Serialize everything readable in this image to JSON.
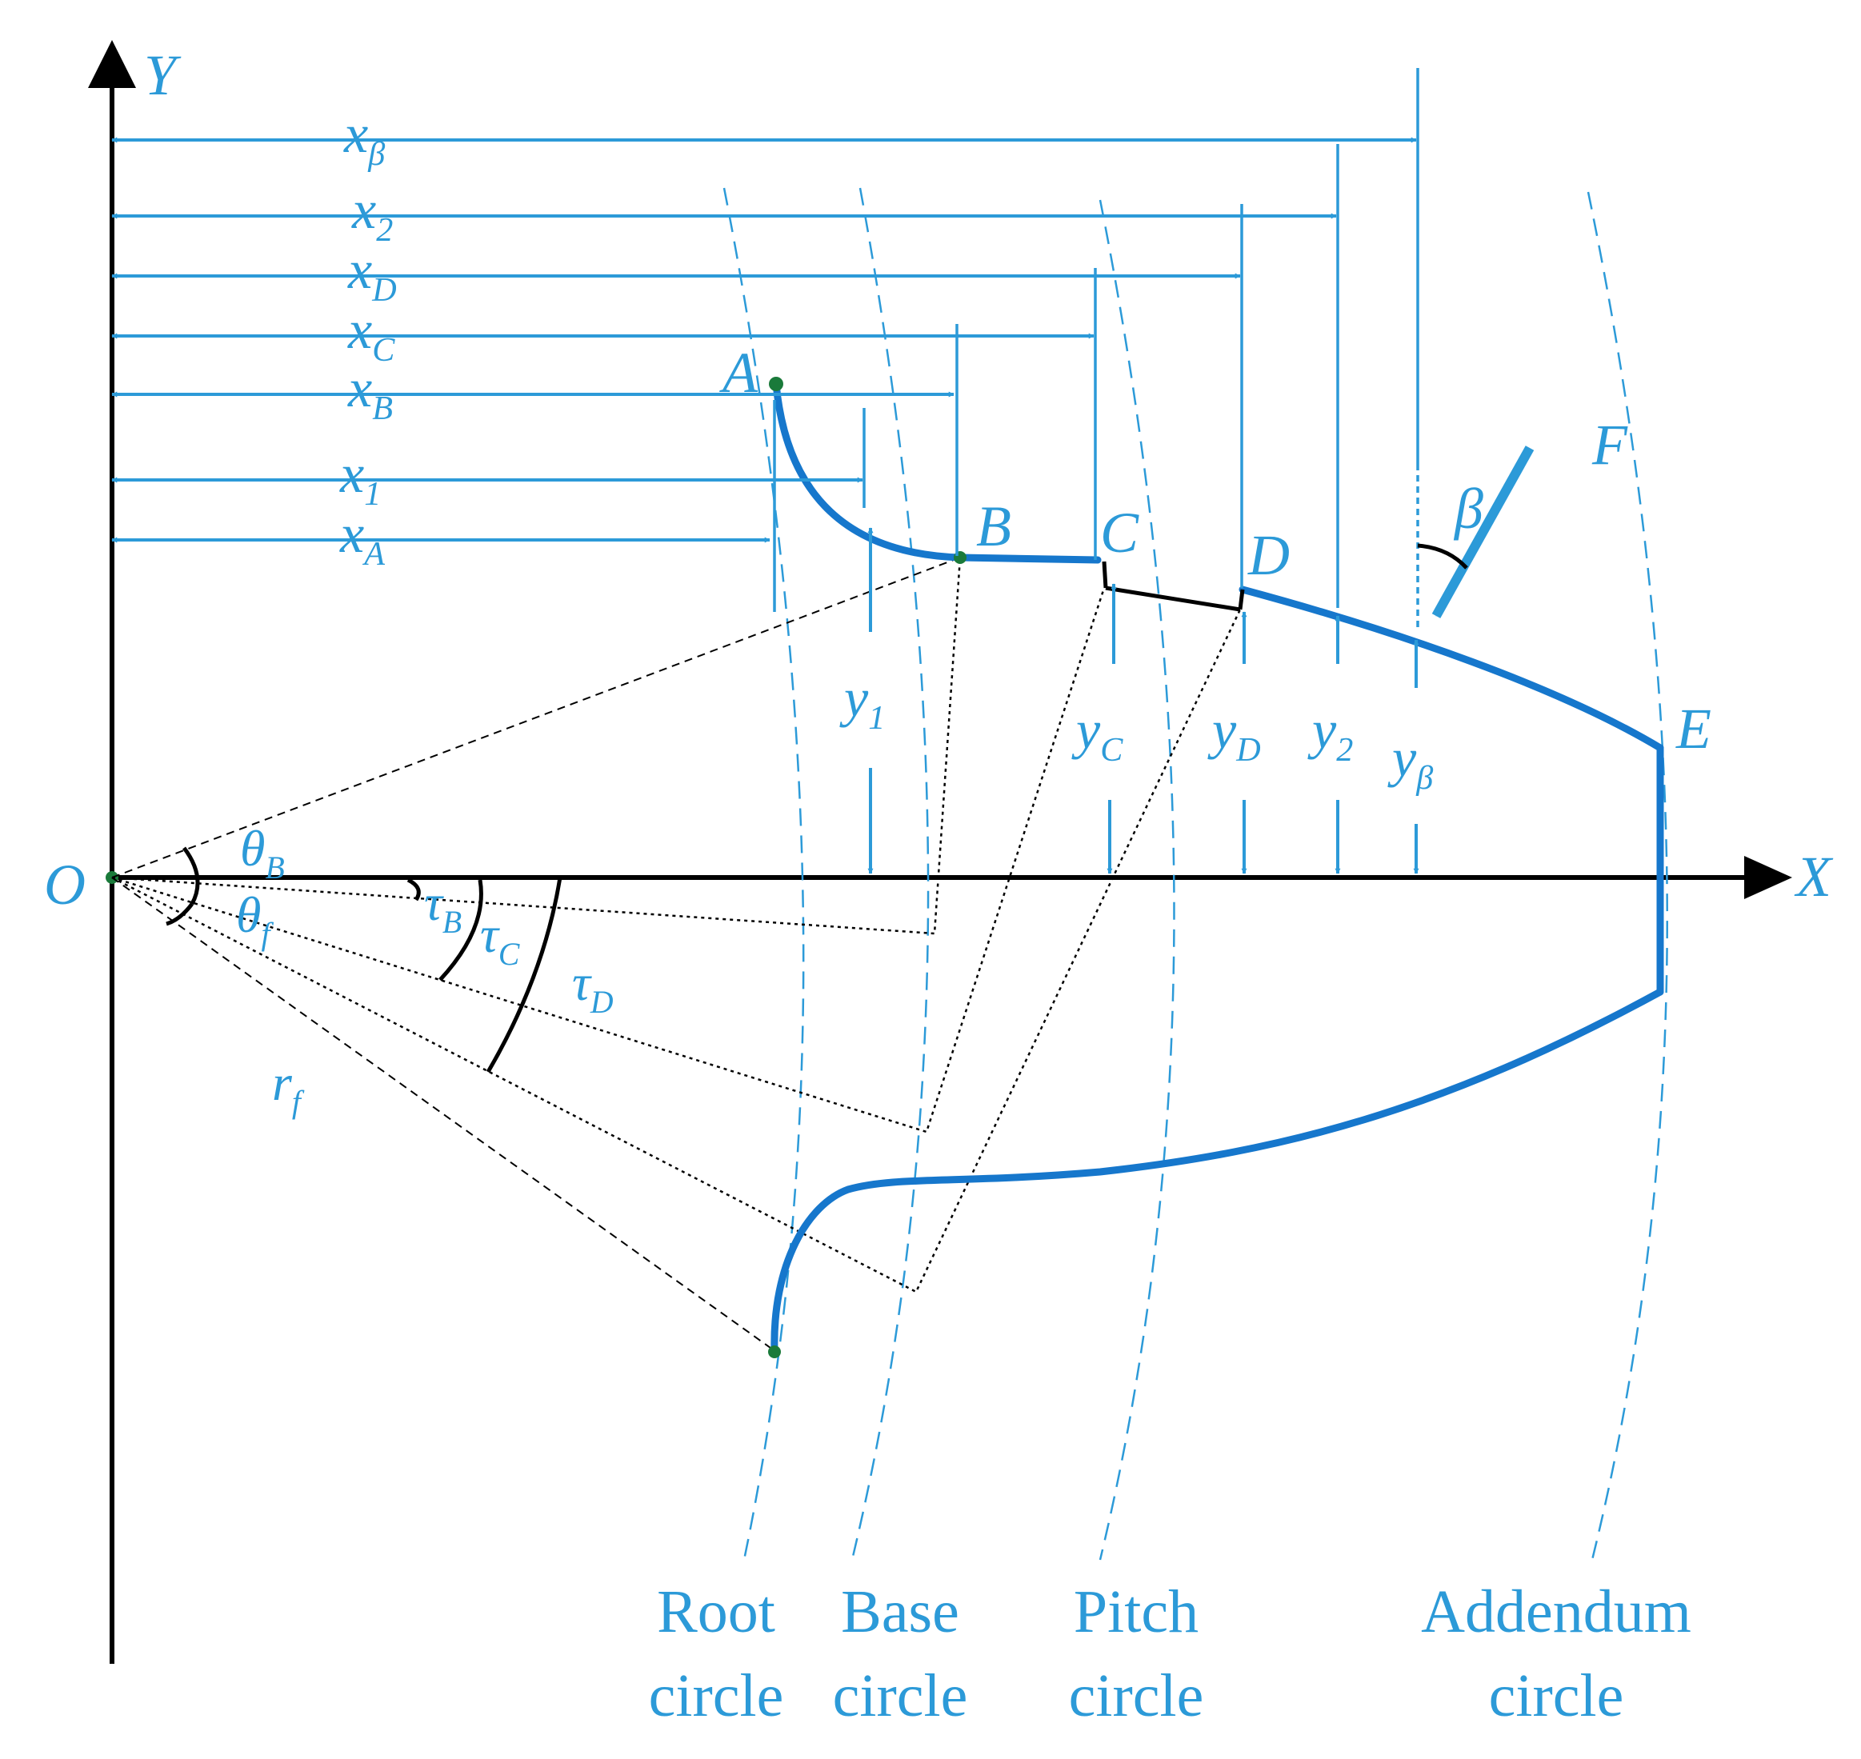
{
  "axes": {
    "origin": "O",
    "x": "X",
    "y": "Y"
  },
  "points": {
    "A": "A",
    "B": "B",
    "C": "C",
    "D": "D",
    "E": "E",
    "F": "F"
  },
  "dimensions": {
    "x_beta": {
      "base": "x",
      "sub": "β"
    },
    "x_2": {
      "base": "x",
      "sub": "2"
    },
    "x_D": {
      "base": "x",
      "sub": "D"
    },
    "x_C": {
      "base": "x",
      "sub": "C"
    },
    "x_B": {
      "base": "x",
      "sub": "B"
    },
    "x_1": {
      "base": "x",
      "sub": "1"
    },
    "x_A": {
      "base": "x",
      "sub": "A"
    },
    "y_1": {
      "base": "y",
      "sub": "1"
    },
    "y_C": {
      "base": "y",
      "sub": "C"
    },
    "y_D": {
      "base": "y",
      "sub": "D"
    },
    "y_2": {
      "base": "y",
      "sub": "2"
    },
    "y_beta": {
      "base": "y",
      "sub": "β"
    }
  },
  "angles": {
    "theta_B": {
      "base": "θ",
      "sub": "B"
    },
    "theta_f": {
      "base": "θ",
      "sub": "f"
    },
    "tau_B": {
      "base": "τ",
      "sub": "B"
    },
    "tau_C": {
      "base": "τ",
      "sub": "C"
    },
    "tau_D": {
      "base": "τ",
      "sub": "D"
    },
    "r_f": {
      "base": "r",
      "sub": "f"
    },
    "beta": "β"
  },
  "circles": {
    "root": {
      "line1": "Root",
      "line2": "circle"
    },
    "base": {
      "line1": "Base",
      "line2": "circle"
    },
    "pitch": {
      "line1": "Pitch",
      "line2": "circle"
    },
    "addendum": {
      "line1": "Addendum",
      "line2": "circle"
    }
  },
  "colors": {
    "accent": "#2c9ad8",
    "profile": "#1677cc",
    "ink": "#000000"
  }
}
